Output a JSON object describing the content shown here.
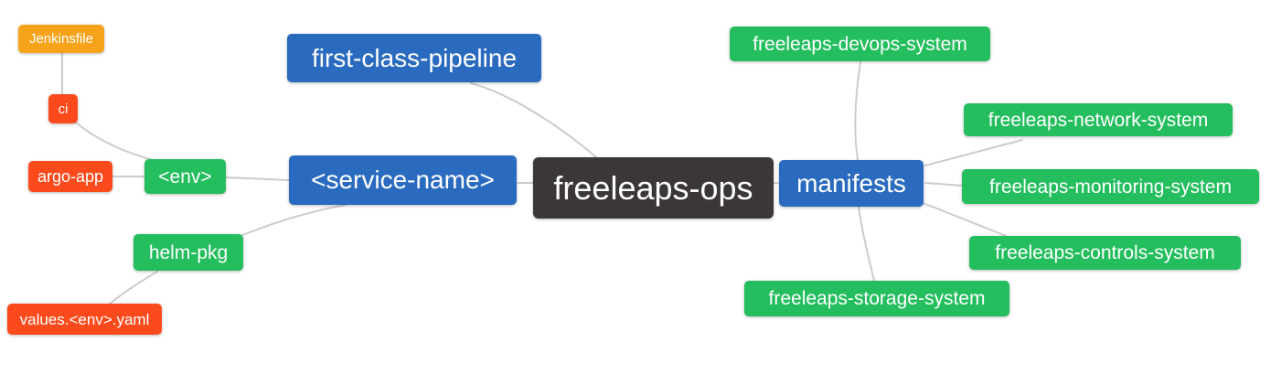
{
  "palette": {
    "blue": "#2a6bbf",
    "green": "#24be5e",
    "red": "#fb4a1c",
    "amber": "#f7a21b",
    "dark": "#3b3737",
    "edge": "#cccccc",
    "background": "#ffffff",
    "node_text": "#ffffff"
  },
  "mindmap": {
    "root_label": "freeleaps-ops",
    "nodes": {
      "jenkinsfile": {
        "label": "Jenkinsfile",
        "color": "amber"
      },
      "ci": {
        "label": "ci",
        "color": "red"
      },
      "argo_app": {
        "label": "argo-app",
        "color": "red"
      },
      "env": {
        "label": "<env>",
        "color": "green"
      },
      "helm_pkg": {
        "label": "helm-pkg",
        "color": "green"
      },
      "values_env_yaml": {
        "label": "values.<env>.yaml",
        "color": "red"
      },
      "first_class_pipeline": {
        "label": "first-class-pipeline",
        "color": "blue"
      },
      "service_name": {
        "label": "<service-name>",
        "color": "blue"
      },
      "freeleaps_ops": {
        "label": "freeleaps-ops",
        "color": "dark"
      },
      "manifests": {
        "label": "manifests",
        "color": "blue"
      },
      "devops_system": {
        "label": "freeleaps-devops-system",
        "color": "green"
      },
      "network_system": {
        "label": "freeleaps-network-system",
        "color": "green"
      },
      "monitoring_system": {
        "label": "freeleaps-monitoring-system",
        "color": "green"
      },
      "controls_system": {
        "label": "freeleaps-controls-system",
        "color": "green"
      },
      "storage_system": {
        "label": "freeleaps-storage-system",
        "color": "green"
      }
    },
    "connections": [
      [
        "freeleaps-ops",
        "first-class-pipeline"
      ],
      [
        "freeleaps-ops",
        "<service-name>"
      ],
      [
        "freeleaps-ops",
        "manifests"
      ],
      [
        "<service-name>",
        "<env>"
      ],
      [
        "<service-name>",
        "helm-pkg"
      ],
      [
        "<env>",
        "ci"
      ],
      [
        "<env>",
        "argo-app"
      ],
      [
        "ci",
        "Jenkinsfile"
      ],
      [
        "helm-pkg",
        "values.<env>.yaml"
      ],
      [
        "manifests",
        "freeleaps-devops-system"
      ],
      [
        "manifests",
        "freeleaps-network-system"
      ],
      [
        "manifests",
        "freeleaps-monitoring-system"
      ],
      [
        "manifests",
        "freeleaps-controls-system"
      ],
      [
        "manifests",
        "freeleaps-storage-system"
      ]
    ]
  }
}
